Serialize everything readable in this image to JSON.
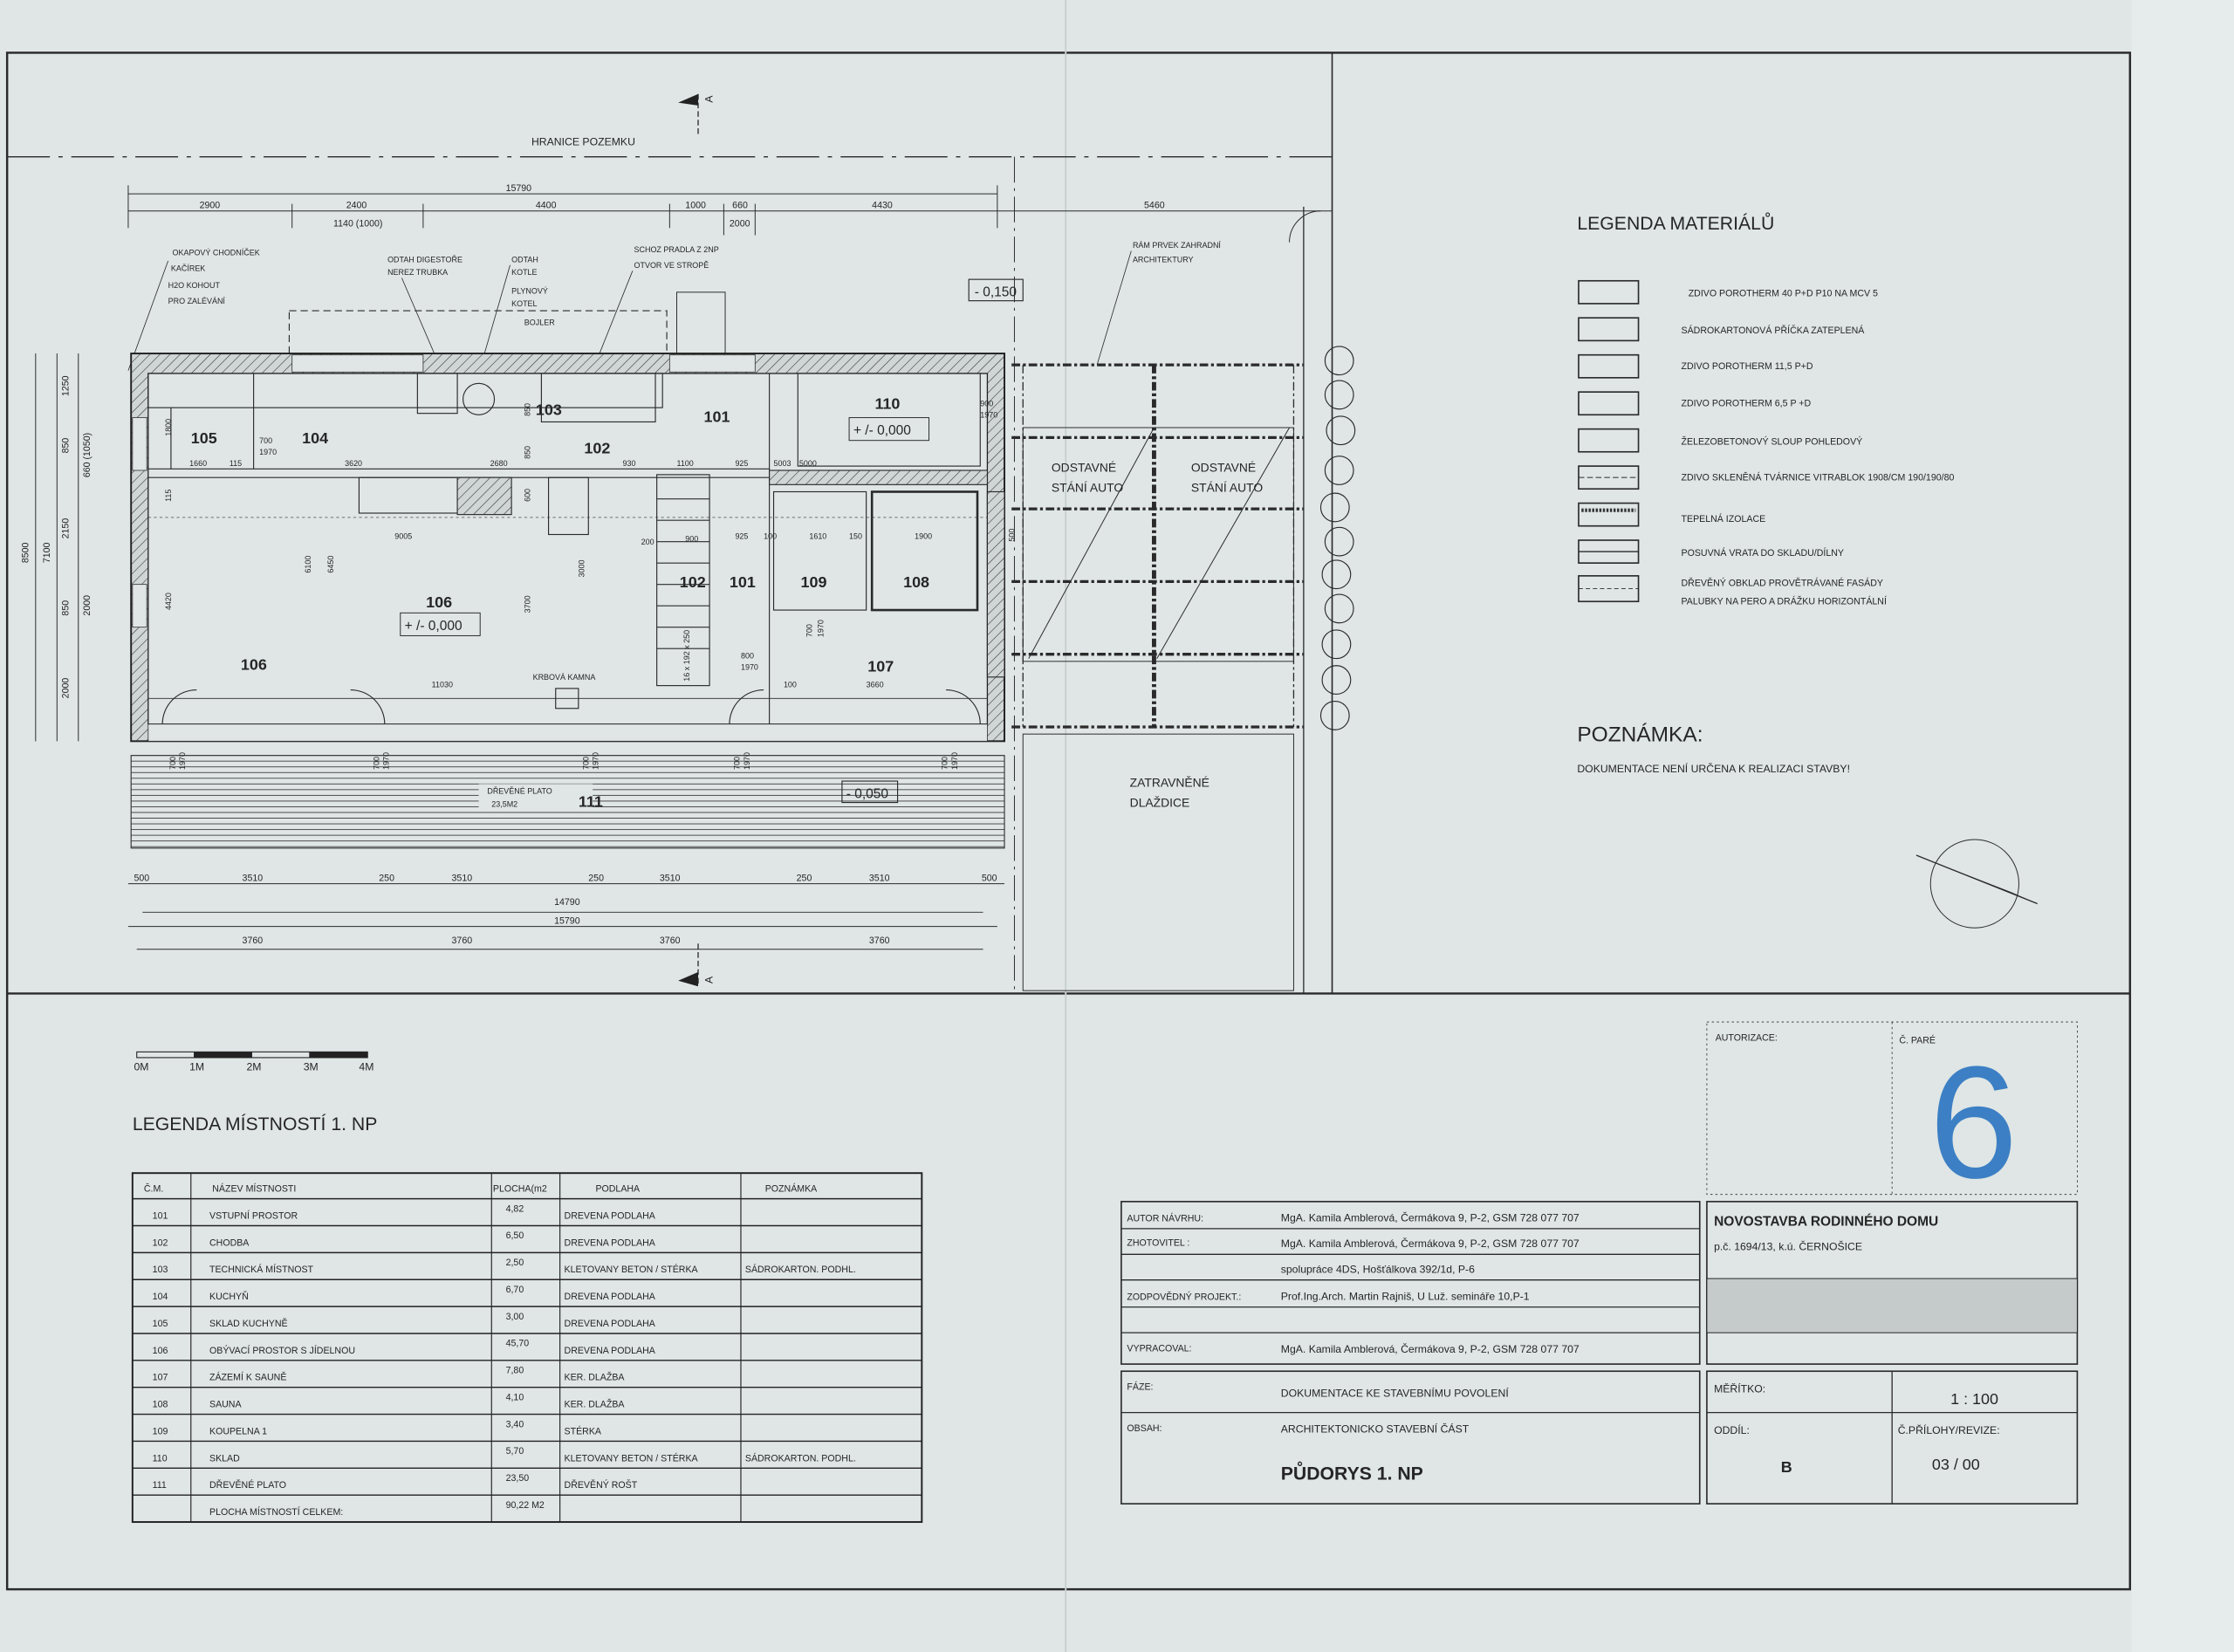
{
  "plan": {
    "boundary_label": "HRANICE POZEMKU",
    "section_label": "A",
    "dims_top": {
      "overall": "15790",
      "segments": [
        "2900",
        "2400",
        "4400",
        "1000",
        "660",
        "4430"
      ],
      "sub": [
        "1140 (1000)",
        "2000"
      ],
      "carport": "5460"
    },
    "dims_bottom": {
      "row1": [
        "500",
        "3510",
        "250",
        "3510",
        "250",
        "3510",
        "250",
        "3510",
        "500"
      ],
      "inner_total": "14790",
      "overall": "15790",
      "axes": [
        "3760",
        "3760",
        "3760",
        "3760"
      ]
    },
    "dims_left": [
      "1250",
      "850",
      "660 (1050)",
      "2150",
      "850",
      "2000",
      "2000",
      "8500",
      "7100"
    ],
    "dims_interior": {
      "a": "1660",
      "b": "115",
      "c": "3620",
      "d": "2680",
      "e": "930",
      "f": "1100",
      "g": "925",
      "h": "5003",
      "i": "5000",
      "j": "9005",
      "k": "11030",
      "l": "1610",
      "m": "150",
      "n": "1900",
      "o": "925",
      "p": "900",
      "q": "200",
      "r": "100",
      "s": "6100",
      "t": "6450",
      "u": "3700",
      "v": "3000",
      "w": "1800",
      "x": "115",
      "y": "4420",
      "z": "500",
      "door_w": "700",
      "door_h": "1970",
      "door2_w": "800",
      "door3_w": "900",
      "stair": "16 x 192 x 250",
      "w100": "100",
      "w3660": "3660",
      "d850": "850",
      "d850b": "850",
      "d600": "600"
    },
    "annotations": {
      "okap": [
        "OKAPOVÝ CHODNÍČEK",
        "KAČÍREK",
        "H2O KOHOUT",
        "PRO ZALÉVÁNÍ"
      ],
      "digestor": [
        "ODTAH DIGESTOŘE",
        "NEREZ TRUBKA"
      ],
      "kotel": [
        "ODTAH",
        "KOTLE",
        "PLYNOVÝ",
        "KOTEL",
        "BOJLER"
      ],
      "pradlo": [
        "SCHOZ PRADLA Z 2NP",
        "OTVOR VE STROPĚ"
      ],
      "ram": [
        "RÁM PRVEK ZAHRADNÍ",
        "ARCHITEKTURY"
      ],
      "parking": [
        "ODSTAVNÉ",
        "STÁNÍ AUTO"
      ],
      "grass": [
        "ZATRAVNĚNÉ",
        "DLAŽDICE"
      ],
      "stove": "KRBOVÁ KAMNA",
      "deck": "DŘEVĚNÉ PLATO",
      "deck_area": "23,5M2"
    },
    "levels": {
      "outside": "- 0,150",
      "floor": "+ /- 0,000",
      "deck": "- 0,050"
    },
    "rooms": [
      "105",
      "104",
      "103",
      "101",
      "102",
      "110",
      "106",
      "106",
      "102",
      "101",
      "109",
      "108",
      "107",
      "111"
    ]
  },
  "scale_bar": {
    "labels": [
      "0M",
      "1M",
      "2M",
      "3M",
      "4M"
    ]
  },
  "material_legend": {
    "title": "LEGENDA MATERIÁLŮ",
    "items": [
      {
        "label": "ZDIVO POROTHERM 40 P+D P10 NA MCV 5",
        "pattern": "hatch"
      },
      {
        "label": "SÁDROKARTONOVÁ PŘÍČKA ZATEPLENÁ",
        "pattern": "empty"
      },
      {
        "label": "ZDIVO POROTHERM 11,5 P+D",
        "pattern": "hatch"
      },
      {
        "label": "ZDIVO POROTHERM 6,5 P +D",
        "pattern": "hatch"
      },
      {
        "label": "ŽELEZOBETONOVÝ SLOUP POHLEDOVÝ",
        "pattern": "dense"
      },
      {
        "label": "ZDIVO SKLENĚNÁ TVÁRNICE VITRABLOK 1908/CM 190/190/80",
        "pattern": "dashed"
      },
      {
        "label": "TEPELNÁ IZOLACE",
        "pattern": "insulation"
      },
      {
        "label": "POSUVNÁ VRATA DO SKLADU/DÍLNY",
        "pattern": "line"
      },
      {
        "label": "DŘEVĚNÝ OBKLAD PROVĚTRÁVANÉ FASÁDY",
        "label2": "PALUBKY NA PERO A DRÁŽKU HORIZONTÁLNÍ",
        "pattern": "double"
      }
    ]
  },
  "note": {
    "title": "POZNÁMKA:",
    "text": "DOKUMENTACE NENÍ URČENA K REALIZACI STAVBY!"
  },
  "room_legend": {
    "title": "LEGENDA MÍSTNOSTÍ 1. NP",
    "headers": [
      "Č.M.",
      "NÁZEV MÍSTNOSTI",
      "PLOCHA(m2",
      "PODLAHA",
      "POZNÁMKA"
    ],
    "rows": [
      [
        "101",
        "VSTUPNÍ PROSTOR",
        "4,82",
        "DREVENA PODLAHA",
        ""
      ],
      [
        "102",
        "CHODBA",
        "6,50",
        "DREVENA PODLAHA",
        ""
      ],
      [
        "103",
        "TECHNICKÁ MÍSTNOST",
        "2,50",
        "KLETOVANY BETON / STÉRKA",
        "SÁDROKARTON. PODHL."
      ],
      [
        "104",
        "KUCHYŇ",
        "6,70",
        "DREVENA PODLAHA",
        ""
      ],
      [
        "105",
        "SKLAD KUCHYNĚ",
        "3,00",
        "DREVENA PODLAHA",
        ""
      ],
      [
        "106",
        "OBÝVACÍ PROSTOR S JÍDELNOU",
        "45,70",
        "DREVENA PODLAHA",
        ""
      ],
      [
        "107",
        "ZÁZEMÍ K SAUNĚ",
        "7,80",
        "KER. DLAŽBA",
        ""
      ],
      [
        "108",
        "SAUNA",
        "4,10",
        "KER. DLAŽBA",
        ""
      ],
      [
        "109",
        "KOUPELNA 1",
        "3,40",
        "STÉRKA",
        ""
      ],
      [
        "110",
        "SKLAD",
        "5,70",
        "KLETOVANY BETON / STÉRKA",
        "SÁDROKARTON. PODHL."
      ],
      [
        "111",
        "DŘEVĚNÉ PLATO",
        "23,50",
        "DŘEVĚNÝ ROŠT",
        ""
      ],
      [
        "",
        "PLOCHA MÍSTNOSTÍ CELKEM:",
        "90,22 M2",
        "",
        ""
      ]
    ]
  },
  "title_block": {
    "authorization_label": "AUTORIZACE:",
    "copy_label": "Č. PARÉ",
    "copy_number": "6",
    "copy_color": "#3c7fc4",
    "author_label": "AUTOR NÁVRHU:",
    "author": "MgA. Kamila Amblerová, Čermákova 9, P-2, GSM 728 077 707",
    "contractor_label": "ZHOTOVITEL :",
    "contractor": "MgA. Kamila Amblerová, Čermákova 9, P-2, GSM 728 077 707",
    "cooperation": "spolupráce 4DS, Hošťálkova 392/1d, P-6",
    "responsible_label": "ZODPOVĚDNÝ PROJEKT.:",
    "responsible": "Prof.Ing.Arch. Martin Rajniš, U Luž. semináře 10,P-1",
    "prepared_label": "VYPRACOVAL:",
    "prepared": "MgA. Kamila Amblerová, Čermákova 9, P-2, GSM 728 077 707",
    "project_title": "NOVOSTAVBA RODINNÉHO DOMU",
    "parcel": "p.č. 1694/13, k.ú. ČERNOŠICE",
    "phase_label": "FÁZE:",
    "phase": "DOKUMENTACE KE STAVEBNÍMU POVOLENÍ",
    "content_label": "OBSAH:",
    "content": "ARCHITEKTONICKO STAVEBNÍ ČÁST",
    "drawing_title": "PŮDORYS 1. NP",
    "scale_label": "MĚŘÍTKO:",
    "scale": "1 : 100",
    "section_label": "ODDÍL:",
    "section": "B",
    "attachment_label": "Č.PŘÍLOHY/REVIZE:",
    "attachment": "03 / 00"
  }
}
